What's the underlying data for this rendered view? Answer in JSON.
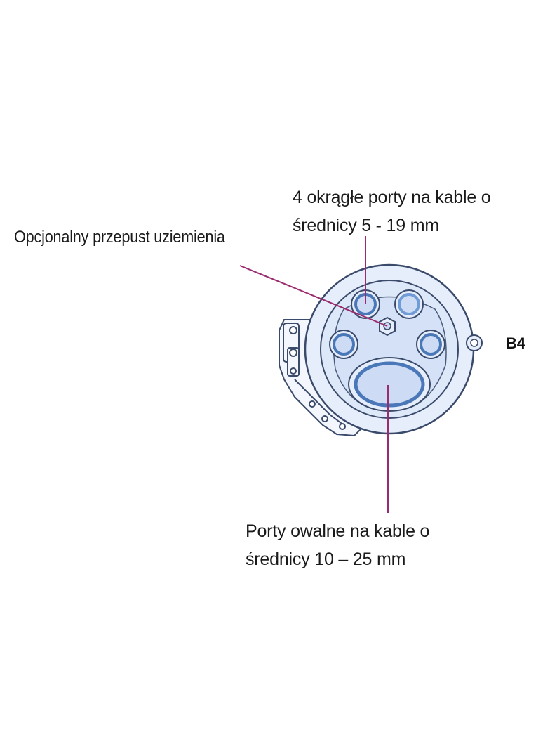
{
  "labels": {
    "round_ports_line1": "4 okrągłe porty na kable o",
    "round_ports_line2": "średnicy 5 - 19 mm",
    "ground_gland": "Opcjonalny przepust uziemienia",
    "oval_ports_line1": "Porty owalne na kable o",
    "oval_ports_line2": "średnicy 10 – 25 mm",
    "view_code": "B4"
  },
  "colors": {
    "leader_line": "#9b2a6e",
    "outline": "#3a4a6a",
    "fill_light": "#e6eefb",
    "fill_mid": "#cddcf4",
    "port_ring": "#6f9bd6"
  }
}
